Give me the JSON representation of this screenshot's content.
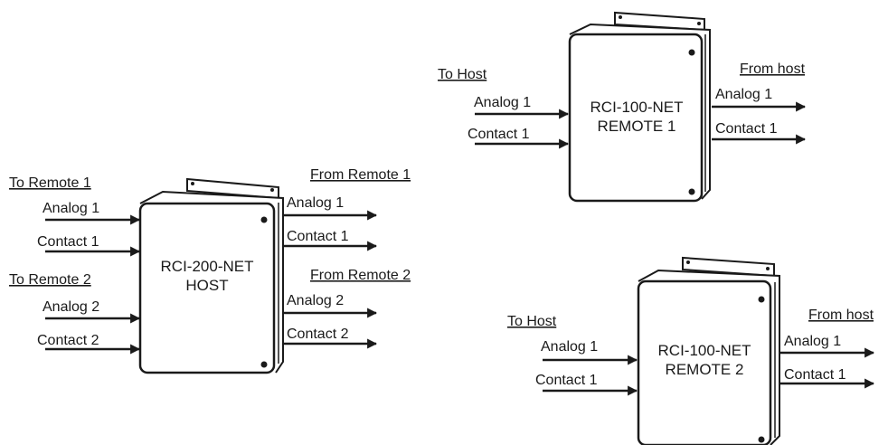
{
  "host": {
    "title_line1": "RCI-200-NET",
    "title_line2": "HOST",
    "inputs_header_1": "To Remote 1",
    "input_analog_1": "Analog 1",
    "input_contact_1": "Contact 1",
    "inputs_header_2": "To Remote 2",
    "input_analog_2": "Analog 2",
    "input_contact_2": "Contact 2",
    "outputs_header_1": "From Remote 1",
    "output_analog_1": "Analog 1",
    "output_contact_1": "Contact 1",
    "outputs_header_2": "From Remote 2",
    "output_analog_2": "Analog 2",
    "output_contact_2": "Contact 2"
  },
  "remote1": {
    "title_line1": "RCI-100-NET",
    "title_line2": "REMOTE 1",
    "inputs_header": "To Host",
    "input_analog": "Analog 1",
    "input_contact": "Contact 1",
    "outputs_header": "From host",
    "output_analog": "Analog 1",
    "output_contact": "Contact 1"
  },
  "remote2": {
    "title_line1": "RCI-100-NET",
    "title_line2": "REMOTE 2",
    "inputs_header": "To Host",
    "input_analog": "Analog 1",
    "input_contact": "Contact 1",
    "outputs_header": "From host",
    "output_analog": "Analog 1",
    "output_contact": "Contact 1"
  }
}
